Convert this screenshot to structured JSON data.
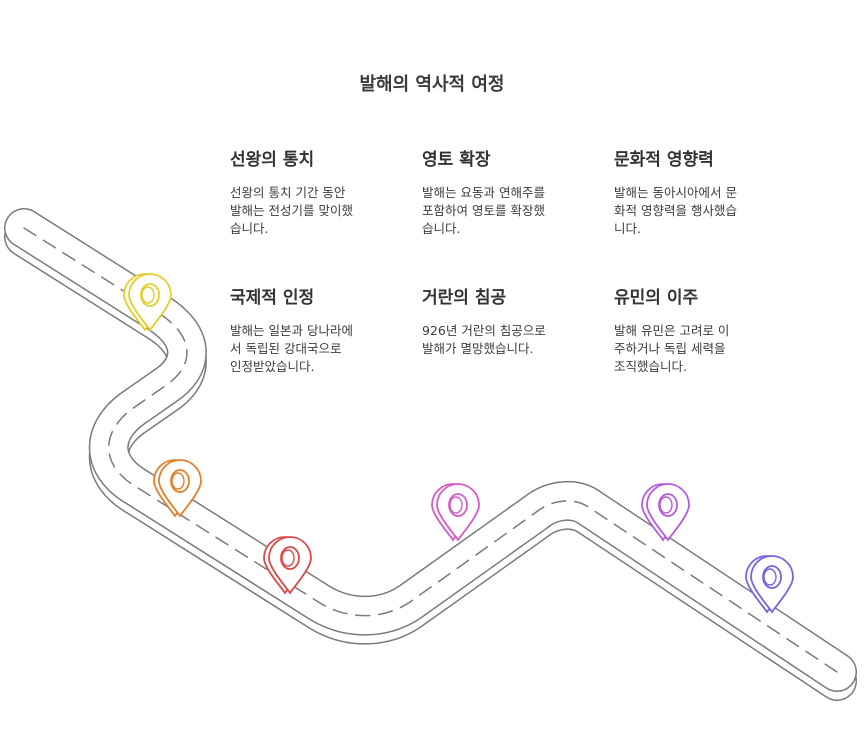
{
  "title": "발해의 역사적 여정",
  "milestones": [
    {
      "title": "선왕의 통치",
      "description": "선왕의 통치 기간 동안\n발해는 전성기를 맞이했\n습니다."
    },
    {
      "title": "영토 확장",
      "description": "발해는 요동과 연해주를\n포함하여 영토를 확장했\n습니다."
    },
    {
      "title": "문화적 영향력",
      "description": "발해는 동아시아에서 문\n화적 영향력을 행사했습\n니다."
    },
    {
      "title": "국제적 인정",
      "description": "발해는 일본과 당나라에\n서 독립된 강대국으로\n인정받았습니다."
    },
    {
      "title": "거란의 침공",
      "description": "926년 거란의 침공으로\n발해가 멸망했습니다."
    },
    {
      "title": "유민의 이주",
      "description": "발해 유민은 고려로 이\n주하거나 독립 세력을\n조직했습니다."
    }
  ],
  "pin_colors": [
    "#e3cf2b",
    "#e07f2c",
    "#dc4a4a",
    "#d55cc6",
    "#b45ddc",
    "#7c62de"
  ],
  "road_colors": {
    "edge": "#7a7a7a",
    "surface": "#ffffff",
    "dash": "#7a7a7a"
  }
}
